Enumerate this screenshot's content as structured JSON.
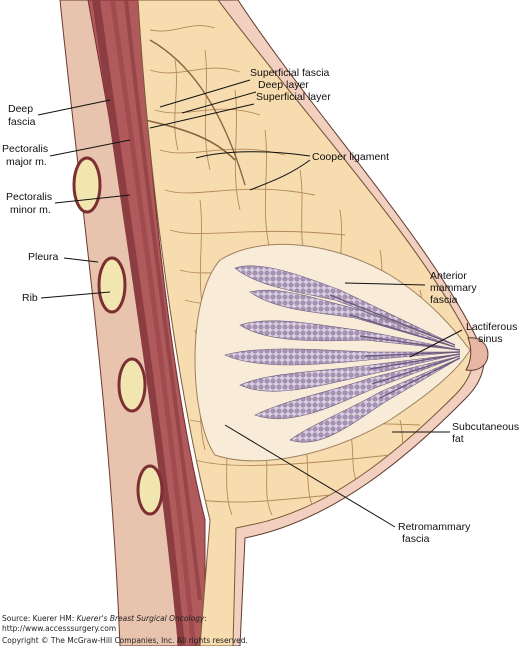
{
  "labels": {
    "superficial_fascia": "Superficial fascia",
    "deep_layer": "Deep layer",
    "superficial_layer": "Superficial layer",
    "deep_fascia": [
      "Deep",
      "fascia"
    ],
    "pectoralis_major": [
      "Pectoralis",
      "major m."
    ],
    "pectoralis_minor": [
      "Pectoralis",
      "minor m."
    ],
    "pleura": "Pleura",
    "rib": "Rib",
    "cooper_ligament": "Cooper ligament",
    "anterior_mammary_fascia": [
      "Anterior",
      "mammary",
      "fascia"
    ],
    "lactiferous_sinus": [
      "Lactiferous",
      "sinus"
    ],
    "subcutaneous_fat": [
      "Subcutaneous",
      "fat"
    ],
    "retromammary_fascia": [
      "Retromammary",
      "fascia"
    ]
  },
  "credits": {
    "source_prefix": "Source: Kuerer HM: ",
    "source_title": "Kuerer's Breast Surgical Oncology",
    "source_suffix": ":",
    "url": "http://www.accesssurgery.com",
    "copyright": "Copyright © The McGraw-Hill Companies, Inc. All rights reserved."
  },
  "colors": {
    "muscle": "#b05a5c",
    "muscle_dark": "#7c2f33",
    "fat": "#f6dcae",
    "fat_line": "#b48a5a",
    "skin": "#f3cfc0",
    "gland": "#b5a3bf",
    "rib": "#f1e6b0"
  }
}
